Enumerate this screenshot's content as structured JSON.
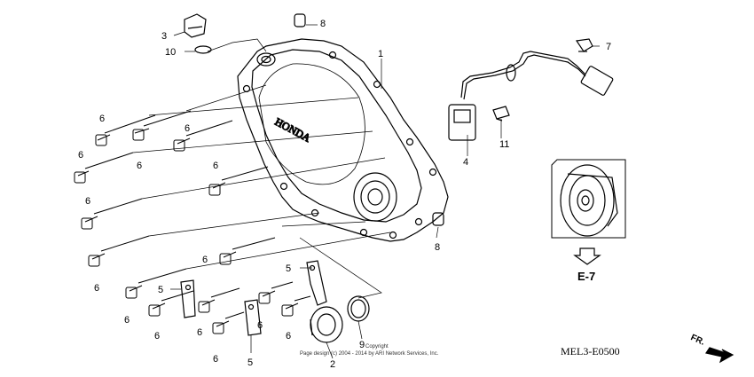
{
  "callouts": {
    "c1": "1",
    "c2": "2",
    "c3": "3",
    "c4": "4",
    "c5": "5",
    "c6": "6",
    "c7": "7",
    "c8": "8",
    "c9": "9",
    "c10": "10",
    "c11": "11"
  },
  "cover_logo": "HONDA",
  "ref_code": "MEL3-E0500",
  "section_ref": "E-7",
  "direction_label": "FR.",
  "copyright_line1": "Copyright",
  "copyright_line2": "Page design (c) 2004 - 2014 by ARI Network Services, Inc."
}
